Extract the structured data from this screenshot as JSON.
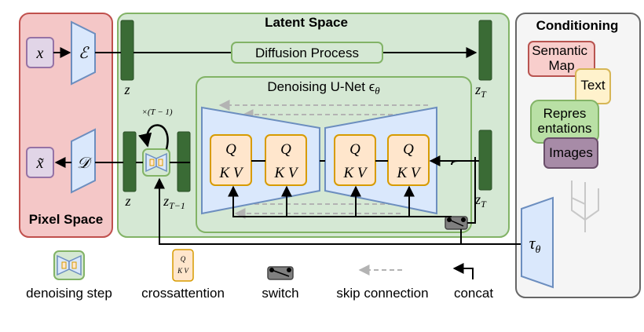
{
  "pixel_space": {
    "title": "Pixel Space",
    "x": "x",
    "x_tilde": "x̃",
    "encoder": "ℰ",
    "decoder": "𝒟"
  },
  "latent_space": {
    "title": "Latent Space",
    "diffusion_process": "Diffusion Process",
    "z": "z",
    "z_T": "z",
    "z_T_sub": "T",
    "z_Tm1": "z",
    "z_Tm1_sub": "T−1",
    "z_out": "z",
    "loop_label": "×(T − 1)"
  },
  "unet": {
    "title": "Denoising U-Net ϵ",
    "title_sub": "θ",
    "blocks": [
      {
        "q": "Q",
        "kv": "K V"
      },
      {
        "q": "Q",
        "kv": "K V"
      },
      {
        "q": "Q",
        "kv": "K V"
      },
      {
        "q": "Q",
        "kv": "K V"
      }
    ]
  },
  "conditioning": {
    "title": "Conditioning",
    "semantic_map": "Semantic Map",
    "text": "Text",
    "representations": "Repres entations",
    "images": "Images",
    "tau": "τ",
    "tau_sub": "θ"
  },
  "legend": {
    "denoising_step": "denoising step",
    "crossattention": "crossattention",
    "switch": "switch",
    "skip_connection": "skip connection",
    "concat": "concat",
    "q_small": "Q",
    "kv_small": "K V"
  },
  "colors": {
    "pixel_bg": "#f4c7c7",
    "pixel_border": "#c0504d",
    "latent_bg": "#d5e8d4",
    "latent_border": "#82b366",
    "cond_bg": "#f5f5f5",
    "cond_border": "#666666",
    "block_blue": "#dae8fc",
    "block_blue_border": "#6c8ebf",
    "attn_fill": "#ffe6cc",
    "attn_border": "#d79b00",
    "dark_green": "#3a6b35",
    "purple_fill": "#e1d5e7",
    "purple_border": "#9673a6"
  }
}
